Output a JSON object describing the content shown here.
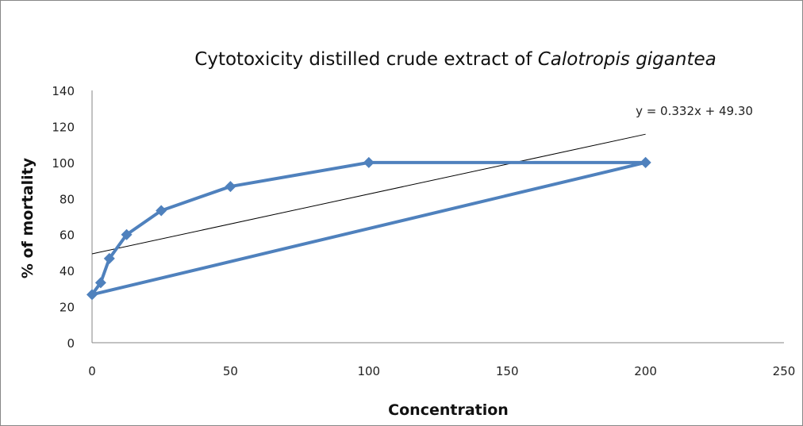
{
  "chart_data": {
    "type": "scatter",
    "title_main": "Cytotoxicity distilled crude extract of ",
    "title_species": "Calotropis gigantea",
    "xlabel": "Concentration",
    "ylabel": "% of mortality",
    "xlim": [
      0,
      250
    ],
    "ylim": [
      0,
      140
    ],
    "x_ticks": [
      0,
      50,
      100,
      150,
      200,
      250
    ],
    "y_ticks": [
      0,
      20,
      40,
      60,
      80,
      100,
      120,
      140
    ],
    "grid": false,
    "legend": "none",
    "series": [
      {
        "x": [
          200,
          0,
          3.125,
          6.25,
          12.5,
          25,
          50,
          100,
          200
        ],
        "y": [
          100,
          26.7,
          33.3,
          46.7,
          60,
          73.3,
          86.7,
          100,
          100
        ],
        "color": "#4f81bd"
      }
    ],
    "trendline": {
      "equation": "y = 0.332x + 49.30",
      "slope": 0.332,
      "intercept": 49.3,
      "x_range": [
        0,
        200
      ],
      "color": "#000000"
    }
  }
}
